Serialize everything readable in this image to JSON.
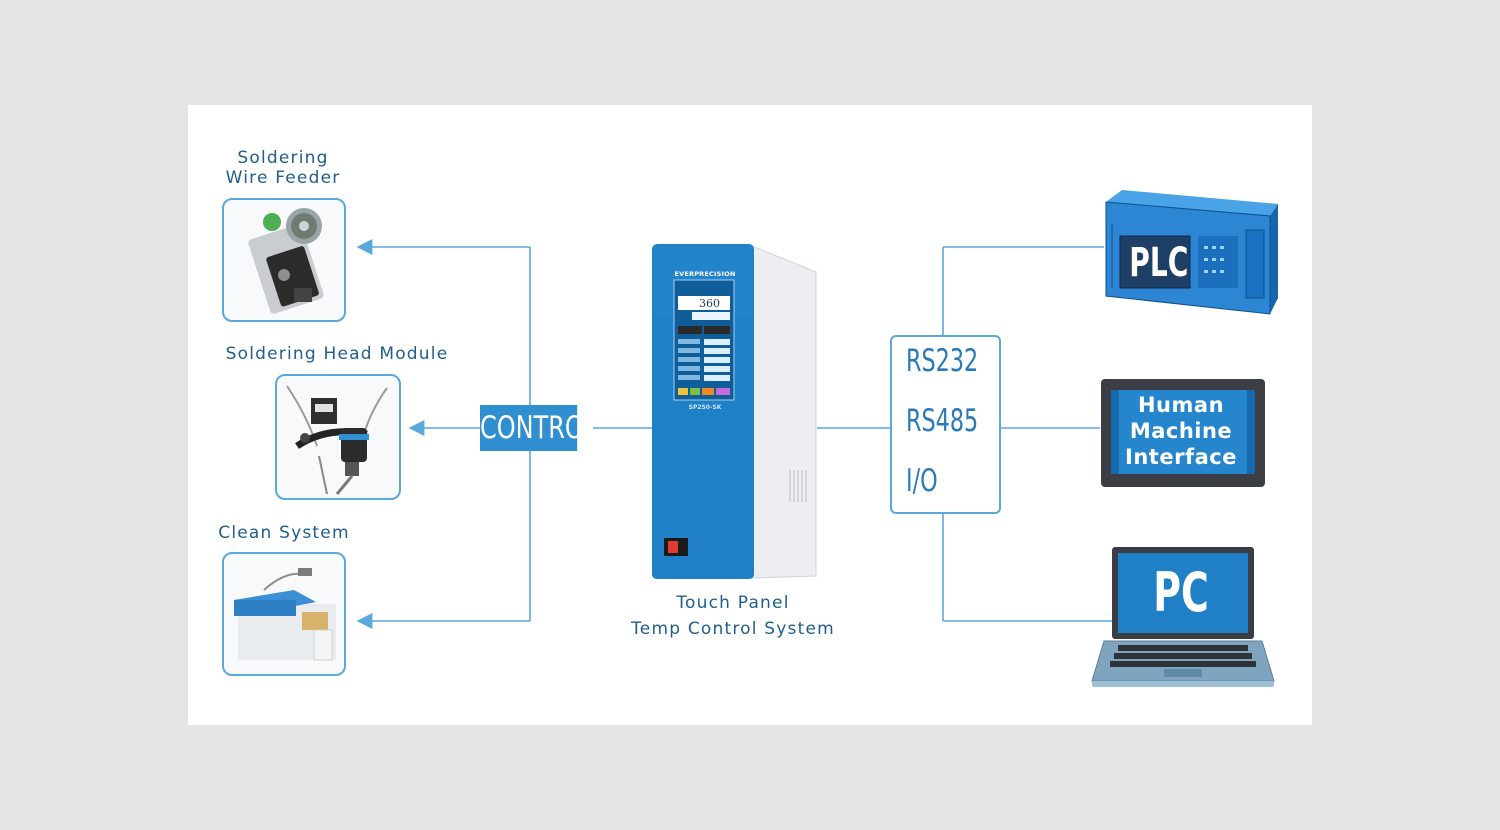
{
  "labels": {
    "wire_feeder": [
      "Soldering",
      "Wire Feeder"
    ],
    "head_module": "Soldering Head Module",
    "clean_system": "Clean System",
    "control": "CONTROL",
    "controller": [
      "Touch Panel",
      "Temp Control System"
    ]
  },
  "protocols": [
    "RS232",
    "RS485",
    "I/O"
  ],
  "devices": {
    "plc": "PLC",
    "hmi": [
      "Human",
      "Machine",
      "Interface"
    ],
    "pc": "PC"
  },
  "controller_unit": {
    "brand": "EVERPRECISION",
    "model": "SP250-SK",
    "temperature": "360"
  },
  "colors": {
    "line": "#5aa9db",
    "accent": "#2f8fd0",
    "text": "#1f5d8c",
    "panel_blue": "#1f7fc7"
  },
  "icons": [
    "wire-feeder-icon",
    "soldering-head-icon",
    "clean-system-icon",
    "controller-unit-icon",
    "plc-icon",
    "hmi-icon",
    "laptop-icon"
  ]
}
